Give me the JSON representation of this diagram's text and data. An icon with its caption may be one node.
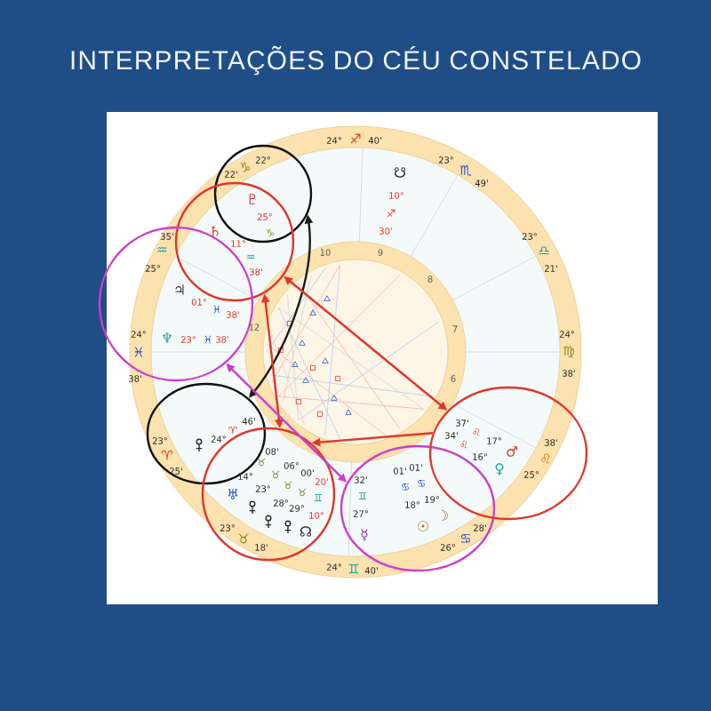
{
  "diagram": {
    "title": "INTERPRETAÇÕES DO CÉU CONSTELADO",
    "nodes": [
      {
        "text": [],
        "shape": "circle"
      },
      {
        "text": [],
        "shape": "circle"
      },
      {
        "text": [],
        "shape": "circle"
      },
      {
        "text": [],
        "shape": "circle"
      },
      {
        "text": [],
        "shape": "circle"
      },
      {
        "text": [],
        "shape": "circle"
      },
      {
        "text": [],
        "shape": "circle"
      }
    ],
    "edges": [
      {
        "from": 0,
        "to": 3,
        "arrow": "both",
        "color": "#1a1a1a"
      },
      {
        "from": 1,
        "to": 4,
        "arrow": "both"
      },
      {
        "from": 1,
        "to": 6,
        "arrow": "both"
      },
      {
        "from": 6,
        "to": 4,
        "arrow": "to"
      },
      {
        "from": 2,
        "to": 5,
        "arrow": "both",
        "color": "#cc3fcc"
      }
    ],
    "labels": [
      "24°",
      "♐",
      "40'",
      "22°",
      "♑",
      "22'",
      "23°",
      "♏",
      "49'",
      "☋",
      "10°",
      "♐",
      "30'",
      "♇",
      "25°",
      "♑",
      "♄",
      "11°",
      "♒",
      "38'",
      "25°",
      "♒",
      "35'",
      "♃",
      "01°",
      "♓",
      "38'",
      "10",
      "9",
      "8",
      "12",
      "7",
      "6",
      "23°",
      "♎",
      "21'",
      "24°",
      "♓",
      "38'",
      "24°",
      "♍",
      "38'",
      "♆",
      "23°",
      "♓",
      "38'",
      "♂",
      "17°",
      "♌",
      "37'",
      "♀",
      "16°",
      "♌",
      "34'",
      "23°",
      "♈",
      "25'",
      "24°",
      "♈",
      "46'",
      "25°",
      "♌",
      "38'",
      "08'",
      "♉",
      "14°",
      "♉",
      "06°",
      "00'",
      "20'",
      "♅",
      "23°",
      "♉",
      "♉",
      "♊",
      "28°",
      "29°",
      "10°",
      "☊",
      "☿",
      "27°",
      "♊",
      "32'",
      "☉",
      "18°",
      "♋",
      "01'",
      "☽",
      "19°",
      "♋",
      "01'",
      "23°",
      "♉",
      "18'",
      "26°",
      "♋",
      "28'",
      "24°",
      "♊",
      "40'"
    ]
  }
}
